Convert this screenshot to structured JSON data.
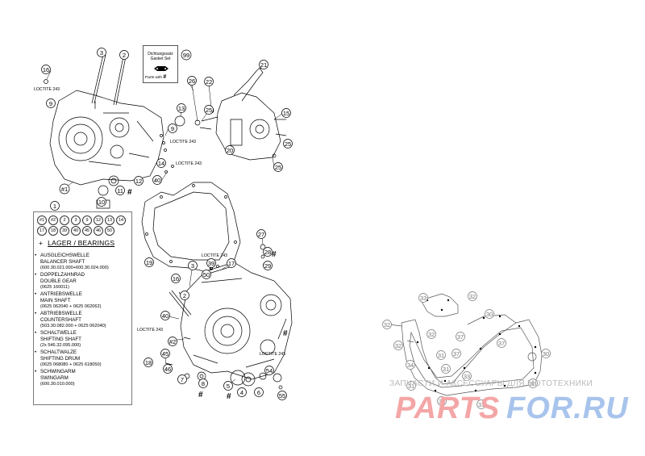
{
  "gasket_set": {
    "line1": "Dichtungssatz",
    "line2": "Gasket Set",
    "parts_with": "Parts with",
    "marker": "#"
  },
  "kit": {
    "parts": [
      "#1",
      "#2",
      "2",
      "3",
      "9",
      "12",
      "13",
      "14",
      "17",
      "18",
      "39",
      "40",
      "45",
      "46",
      "50"
    ],
    "bearings_title": "LAGER / BEARINGS",
    "bearings_prefix": "+",
    "bearings": [
      {
        "de": "AUSGLEICHSWELLE",
        "en": "BALANCER SHAFT",
        "nums": "(600.30.021.000+600.30.024.000)"
      },
      {
        "de": "DOPPELZAHNRAD",
        "en": "DOUBLE GEAR",
        "nums": "(0625 160011)"
      },
      {
        "de": "ANTRIEBSWELLE",
        "en": "MAIN SHAFT",
        "nums": "(0625 062040 + 0625 062062)"
      },
      {
        "de": "ABTRIEBSWELLE",
        "en": "COUNTERSHAFT",
        "nums": "(503.30.082.000 + 0625 062040)"
      },
      {
        "de": "SCHALTWELLE",
        "en": "SHIFTING SHAFT",
        "nums": "(2x 546.32.095.000)"
      },
      {
        "de": "SCHALTWALZE",
        "en": "SHIFTING DRUM",
        "nums": "(0625 068080 + 0625 618050)"
      },
      {
        "de": "SCHWINGARM",
        "en": "SWINGARM",
        "nums": "(600.30.010.000)"
      }
    ]
  },
  "loctite_labels": [
    "LOCTITE 243",
    "LOCTITE 243",
    "LOCTITE 243",
    "LOCTITE 243",
    "LOCTITE 243",
    "LOCTITE 243"
  ],
  "hash_marker": "#",
  "callouts": {
    "c16a": "16",
    "c3a": "3",
    "c2a": "2",
    "c99": "99",
    "c21": "21",
    "c26": "26",
    "c22": "22",
    "c9a": "9",
    "c13": "13",
    "c15": "15",
    "c25a": "25",
    "c9b": "9",
    "c20": "20",
    "c25b": "25",
    "c14": "14",
    "c25c": "25",
    "c1a": "#1",
    "c12": "12",
    "c11": "11",
    "c10": "10",
    "c1": "1",
    "c40a": "40",
    "c27": "27",
    "c28": "28",
    "c29": "29",
    "c19": "19",
    "c3b": "3",
    "c39": "39",
    "c17": "17",
    "c50": "50",
    "c16b": "16",
    "c2b": "2",
    "c40b": "40",
    "c2c": "#2",
    "c45": "45",
    "c18": "18",
    "c46": "46",
    "c7": "7",
    "c8": "8",
    "c5": "5",
    "c4": "4",
    "c6": "6",
    "c54": "54",
    "c55": "55",
    "c33a": "33",
    "c32a": "32",
    "c30a": "30",
    "c32b": "32",
    "c32c": "32",
    "c37a": "37",
    "c37b": "37",
    "c32d": "32",
    "c31a": "31",
    "c37c": "37",
    "c30b": "30",
    "c34": "34",
    "c31b": "31",
    "c33b": "33",
    "c31c": "31",
    "c30c": "30",
    "c31d": "31",
    "c31e": "31"
  },
  "watermark": {
    "caption": "ЗАПЧАСТИ И АКСЕССУАРЫ ДЛЯ МОТОТЕХНИКИ",
    "logo_left": "PARTS",
    "logo_right": "FOR.RU",
    "color_left": "#f4a6a6",
    "color_right": "#a8c4ec"
  }
}
